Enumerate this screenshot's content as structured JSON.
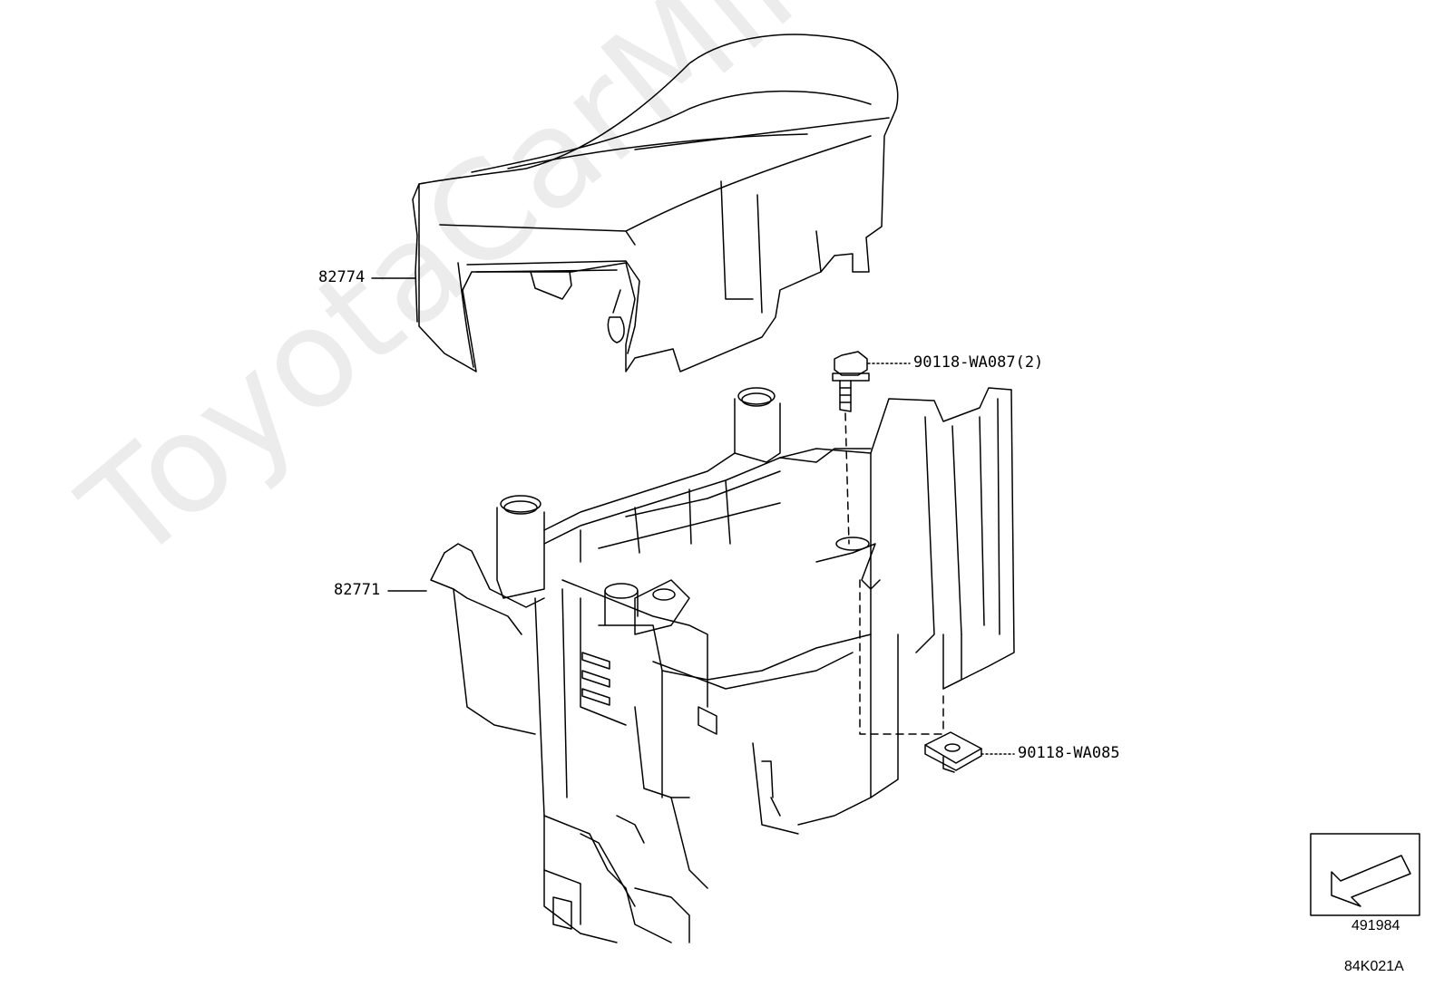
{
  "watermark": "ToyotaCarMine.ru",
  "callouts": {
    "cover": "82774",
    "box": "82771",
    "bolt": "90118-WA087(2)",
    "nut": "90118-WA085"
  },
  "view_reference": {
    "number": "491984",
    "icon": "direction-arrow-icon"
  },
  "figure_code": "84K021A",
  "colors": {
    "line": "#000000",
    "background": "#ffffff"
  }
}
